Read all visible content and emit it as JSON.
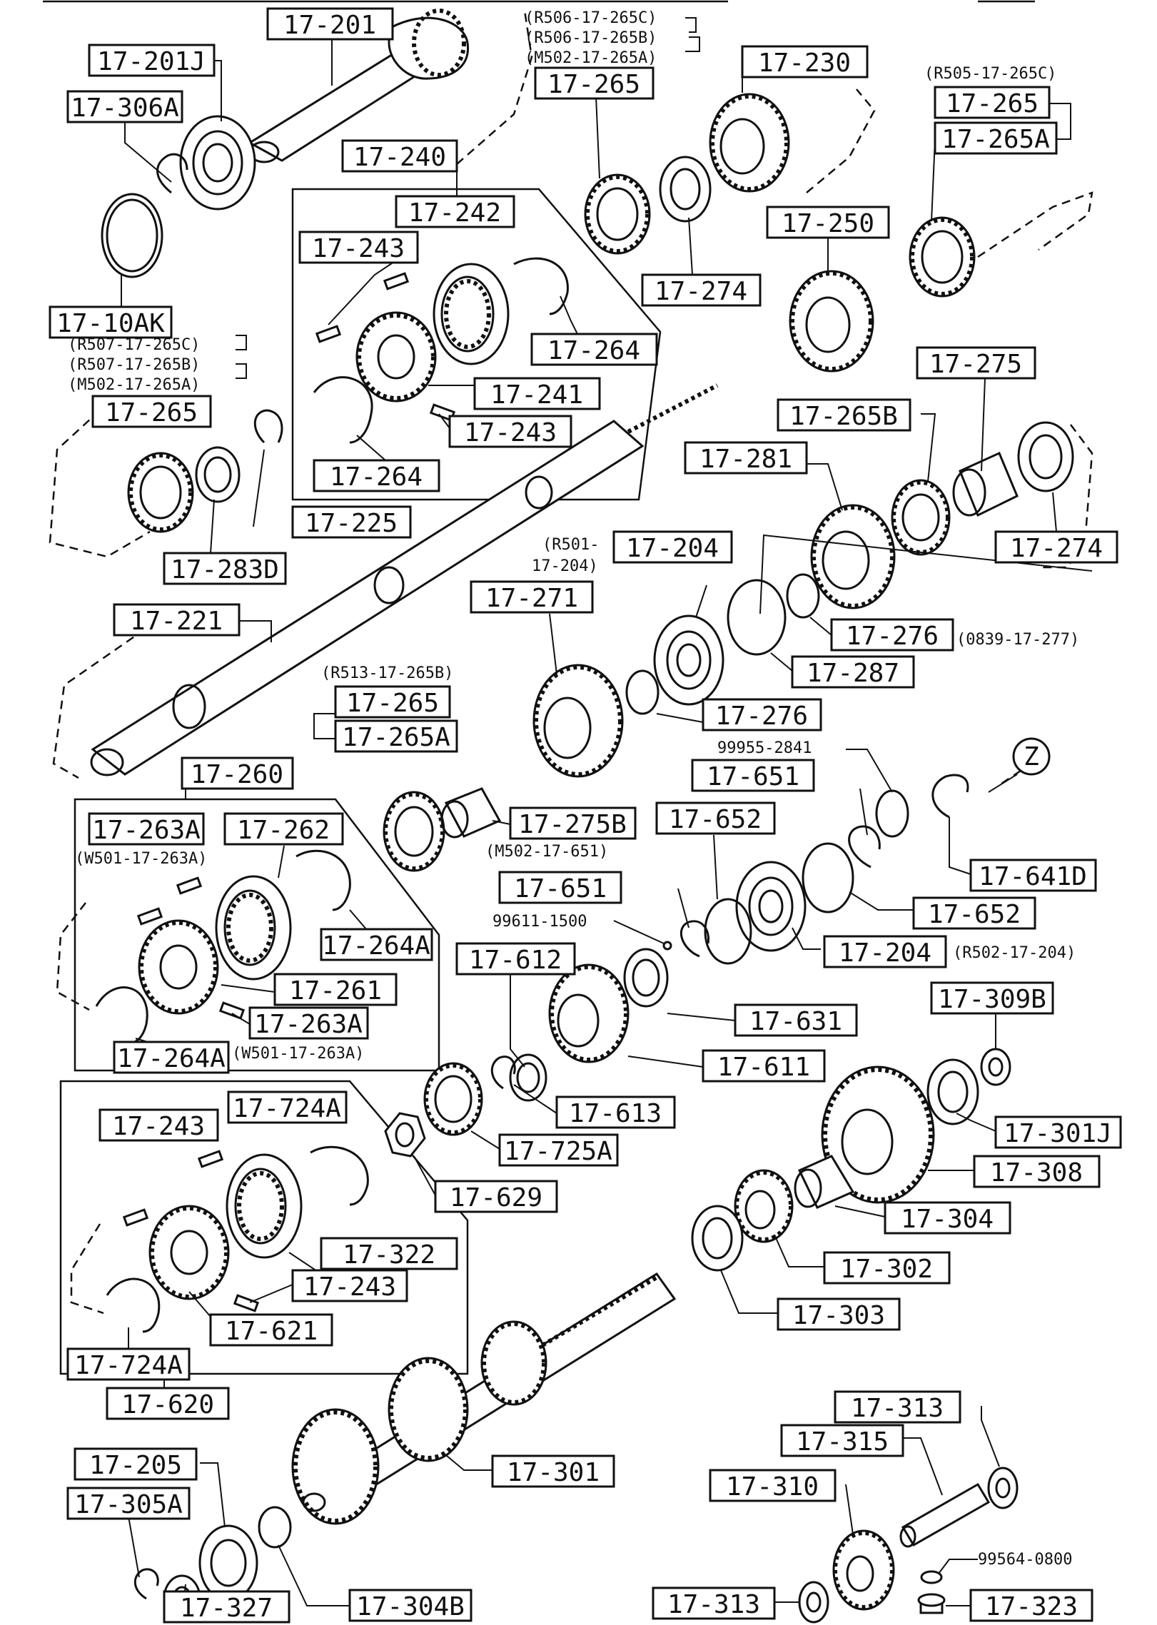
{
  "labels": {
    "p17_201": "17-201",
    "p17_201J": "17-201J",
    "p17_306A": "17-306A",
    "p17_10AK": "17-10AK",
    "p17_240": "17-240",
    "p17_242": "17-242",
    "p17_243_top": "17-243",
    "p17_264_r": "17-264",
    "p17_241": "17-241",
    "p17_243_mid": "17-243",
    "p17_264_l": "17-264",
    "p17_265_tl": "17-265",
    "p17_225": "17-225",
    "p17_283D": "17-283D",
    "p17_221": "17-221",
    "p17_265_top": "17-265",
    "p17_274_top": "17-274",
    "p17_230": "17-230",
    "p17_250": "17-250",
    "p17_265_tr": "17-265",
    "p17_265A_tr": "17-265A",
    "p17_275": "17-275",
    "p17_265B": "17-265B",
    "p17_281": "17-281",
    "p17_274_r": "17-274",
    "p17_204_top": "17-204",
    "p17_271": "17-271",
    "p17_276_a": "17-276",
    "p17_287": "17-287",
    "p17_276_b": "17-276",
    "p17_265_mid": "17-265",
    "p17_265A_mid": "17-265A",
    "p17_275B": "17-275B",
    "p17_260": "17-260",
    "p17_263A_a": "17-263A",
    "p17_262": "17-262",
    "p17_264A_a": "17-264A",
    "p17_261": "17-261",
    "p17_263A_b": "17-263A",
    "p17_264A_b": "17-264A",
    "p17_651_a": "17-651",
    "p17_652_a": "17-652",
    "p17_641D": "17-641D",
    "p17_652_b": "17-652",
    "p17_651_b": "17-651",
    "p17_204_mid": "17-204",
    "p17_612": "17-612",
    "p17_631": "17-631",
    "p17_611": "17-611",
    "p17_613": "17-613",
    "p17_725A": "17-725A",
    "p17_629": "17-629",
    "p17_309B": "17-309B",
    "p17_301J": "17-301J",
    "p17_308": "17-308",
    "p17_304": "17-304",
    "p17_302": "17-302",
    "p17_303": "17-303",
    "p17_243_b1": "17-243",
    "p17_724A_a": "17-724A",
    "p17_322": "17-322",
    "p17_243_b2": "17-243",
    "p17_621": "17-621",
    "p17_724A_b": "17-724A",
    "p17_620": "17-620",
    "p17_205": "17-205",
    "p17_305A": "17-305A",
    "p17_327": "17-327",
    "p17_304B": "17-304B",
    "p17_301": "17-301",
    "p17_313_top": "17-313",
    "p17_315": "17-315",
    "p17_310": "17-310",
    "p17_313_bot": "17-313",
    "p17_323": "17-323",
    "z_marker": "Z"
  },
  "notes": {
    "r506_265c": "(R506-17-265C)",
    "r506_265b": "(R506-17-265B)",
    "m502_265a_top": "(M502-17-265A)",
    "r505_265c": "(R505-17-265C)",
    "r507_265c": "(R507-17-265C)",
    "r507_265b": "(R507-17-265B)",
    "m502_265a_left": "(M502-17-265A)",
    "r501_204_a": "(R501-",
    "r501_204_b": "17-204)",
    "o839_277": "(0839-17-277)",
    "r513_265b": "(R513-17-265B)",
    "w501_263a_a": "(W501-17-263A)",
    "w501_263a_b": "(W501-17-263A)",
    "pn_99955_2841": "99955-2841",
    "m502_651": "(M502-17-651)",
    "pn_99611_1500": "99611-1500",
    "r502_204": "(R502-17-204)",
    "pn_99564_0800": "99564-0800"
  }
}
